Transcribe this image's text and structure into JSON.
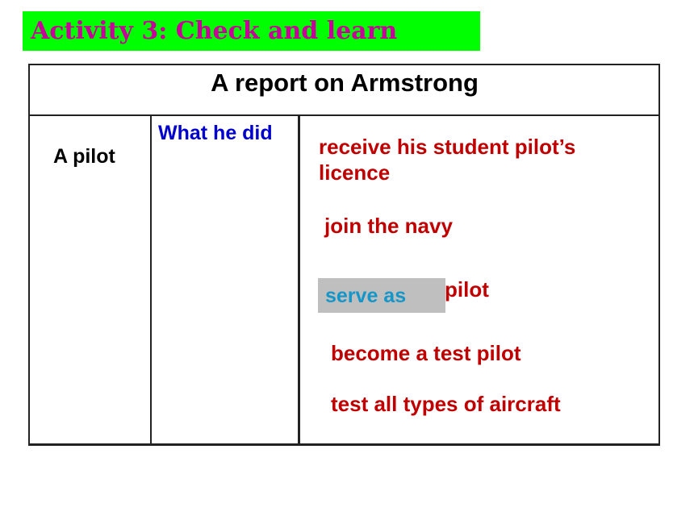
{
  "banner": {
    "title": "Activity 3: Check and learn"
  },
  "report": {
    "title": "A report on Armstrong",
    "row_label": "A pilot",
    "column_header": "What he did",
    "items": [
      {
        "line1": "receive his student pilot’s",
        "line2": "licence"
      },
      {
        "text": "join the navy"
      },
      {
        "blank_answer": "serve as",
        "text": "pilot"
      },
      {
        "text": "become a test pilot"
      },
      {
        "text": "test all types of aircraft"
      }
    ]
  },
  "colors": {
    "banner_bg": "#00ff00",
    "banner_text": "#c8009a",
    "header_text": "#0000cc",
    "item_text": "#c00000",
    "answer_text": "#1596c8",
    "answer_box": "#bfbfbf"
  }
}
